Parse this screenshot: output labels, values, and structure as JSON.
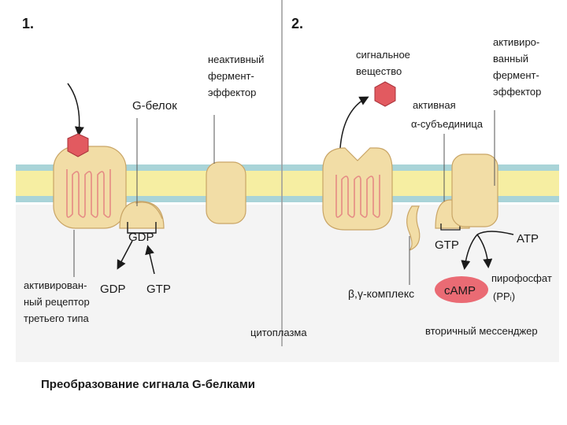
{
  "colors": {
    "membrane_band": "#f6eea2",
    "membrane_edge": "#a9d4d8",
    "protein_fill": "#f2dda6",
    "protein_stroke": "#c9a566",
    "receptor_coil": "#e58a84",
    "signal_molecule": "#e25a60",
    "camp_fill": "#ea6b74",
    "text": "#1a1a1a"
  },
  "icons": {
    "signal_molecule": "red-hexagon-icon",
    "arrows": "curved-arrow-icon"
  },
  "panel1": {
    "number": "1.",
    "g_protein_label": "G-белок",
    "effector_label": [
      "неактивный",
      "фермент-",
      "эффектор"
    ],
    "gdp_bound": "GDP",
    "gdp_released": "GDP",
    "gtp_incoming": "GTP",
    "receptor_label": [
      "активирован-",
      "ный рецептор",
      "третьего типа"
    ]
  },
  "panel2": {
    "number": "2.",
    "signal_label": [
      "сигнальное",
      "вещество"
    ],
    "alpha_label": [
      "активная",
      "α-субъединица"
    ],
    "active_effector_label": [
      "активиро-",
      "ванный",
      "фермент-",
      "эффектор"
    ],
    "gtp_bound": "GTP",
    "atp": "ATP",
    "beta_gamma_label": "β,γ-комплекс",
    "camp": "cAMP",
    "pyrophosphate": [
      "пирофосфат",
      "(PPᵢ)"
    ],
    "second_messenger": "вторичный мессенджер"
  },
  "cytoplasm": "цитоплазма",
  "caption": "Преобразование сигнала G-белками"
}
